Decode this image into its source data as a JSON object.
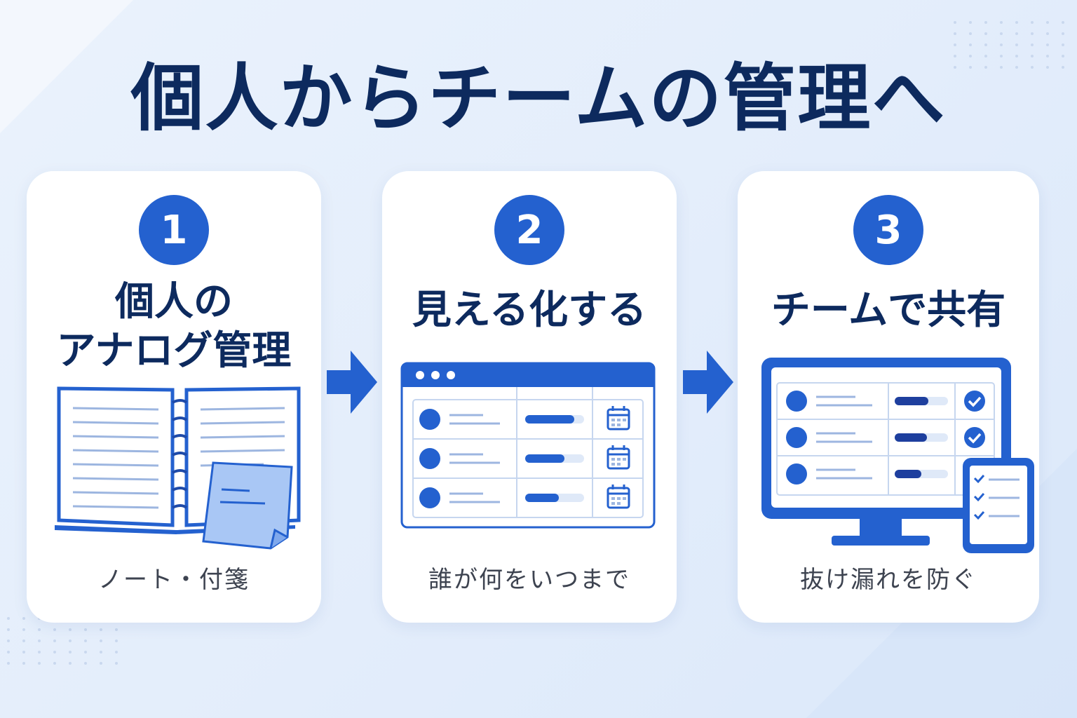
{
  "title": "個人からチームの管理へ",
  "steps": [
    {
      "number": "1",
      "title_line1": "個人の",
      "title_line2": "アナログ管理",
      "caption": "ノート・付箋"
    },
    {
      "number": "2",
      "title": "見える化する",
      "caption": "誰が何をいつまで"
    },
    {
      "number": "3",
      "title": "チームで共有",
      "caption": "抜け漏れを防ぐ"
    }
  ],
  "colors": {
    "primary": "#2461cf",
    "navy": "#0d2a5e",
    "light": "#dfe9f8",
    "note": "#a9c7f5"
  },
  "icons": [
    "notebook-icon",
    "sticky-note-icon",
    "dashboard-window-icon",
    "calendar-icon",
    "monitor-icon",
    "check-circle-icon",
    "tablet-checklist-icon",
    "arrow-right-icon"
  ]
}
